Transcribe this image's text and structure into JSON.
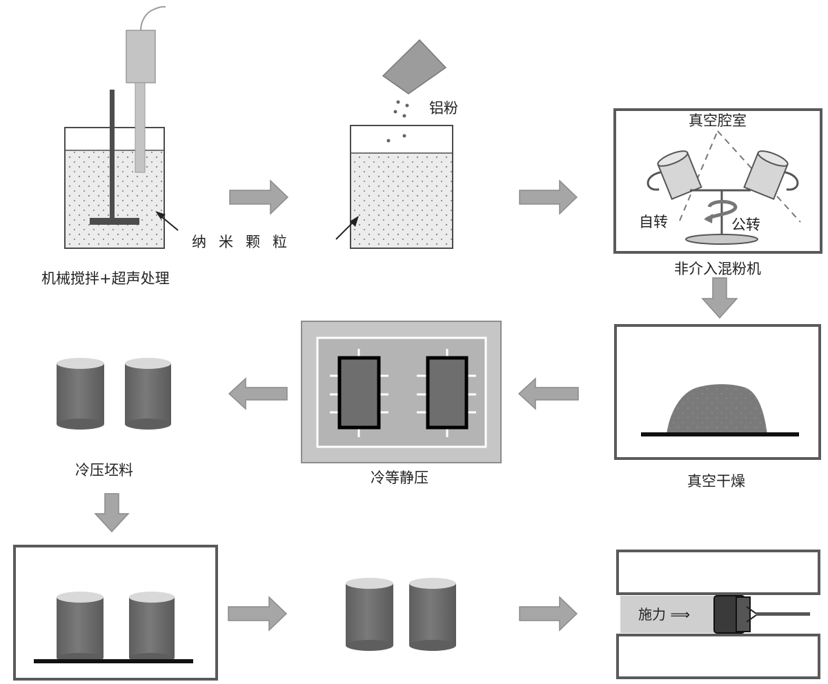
{
  "labels": {
    "stirring_ultrasonic": "机械搅拌+超声处理",
    "nanoparticles": "纳米颗粒",
    "aluminum_powder": "铝粉",
    "vacuum_chamber": "真空腔室",
    "self_rotation": "自转",
    "revolution": "公转",
    "non_intrusive_mixer": "非介入混粉机",
    "vacuum_drying": "真空干燥",
    "cold_isostatic_pressing": "冷等静压",
    "cold_pressed_billet": "冷压坯料",
    "applied_force": "施力 ⟹"
  },
  "colors": {
    "outline": "#4a4a4a",
    "arrow_fill": "#a6a6a6",
    "arrow_stroke": "#8a8a8a",
    "cylinder_body": "#737373",
    "cylinder_top": "#d9d9d9",
    "panel_gray": "#c8c8c8",
    "liquid": "#ececec"
  }
}
